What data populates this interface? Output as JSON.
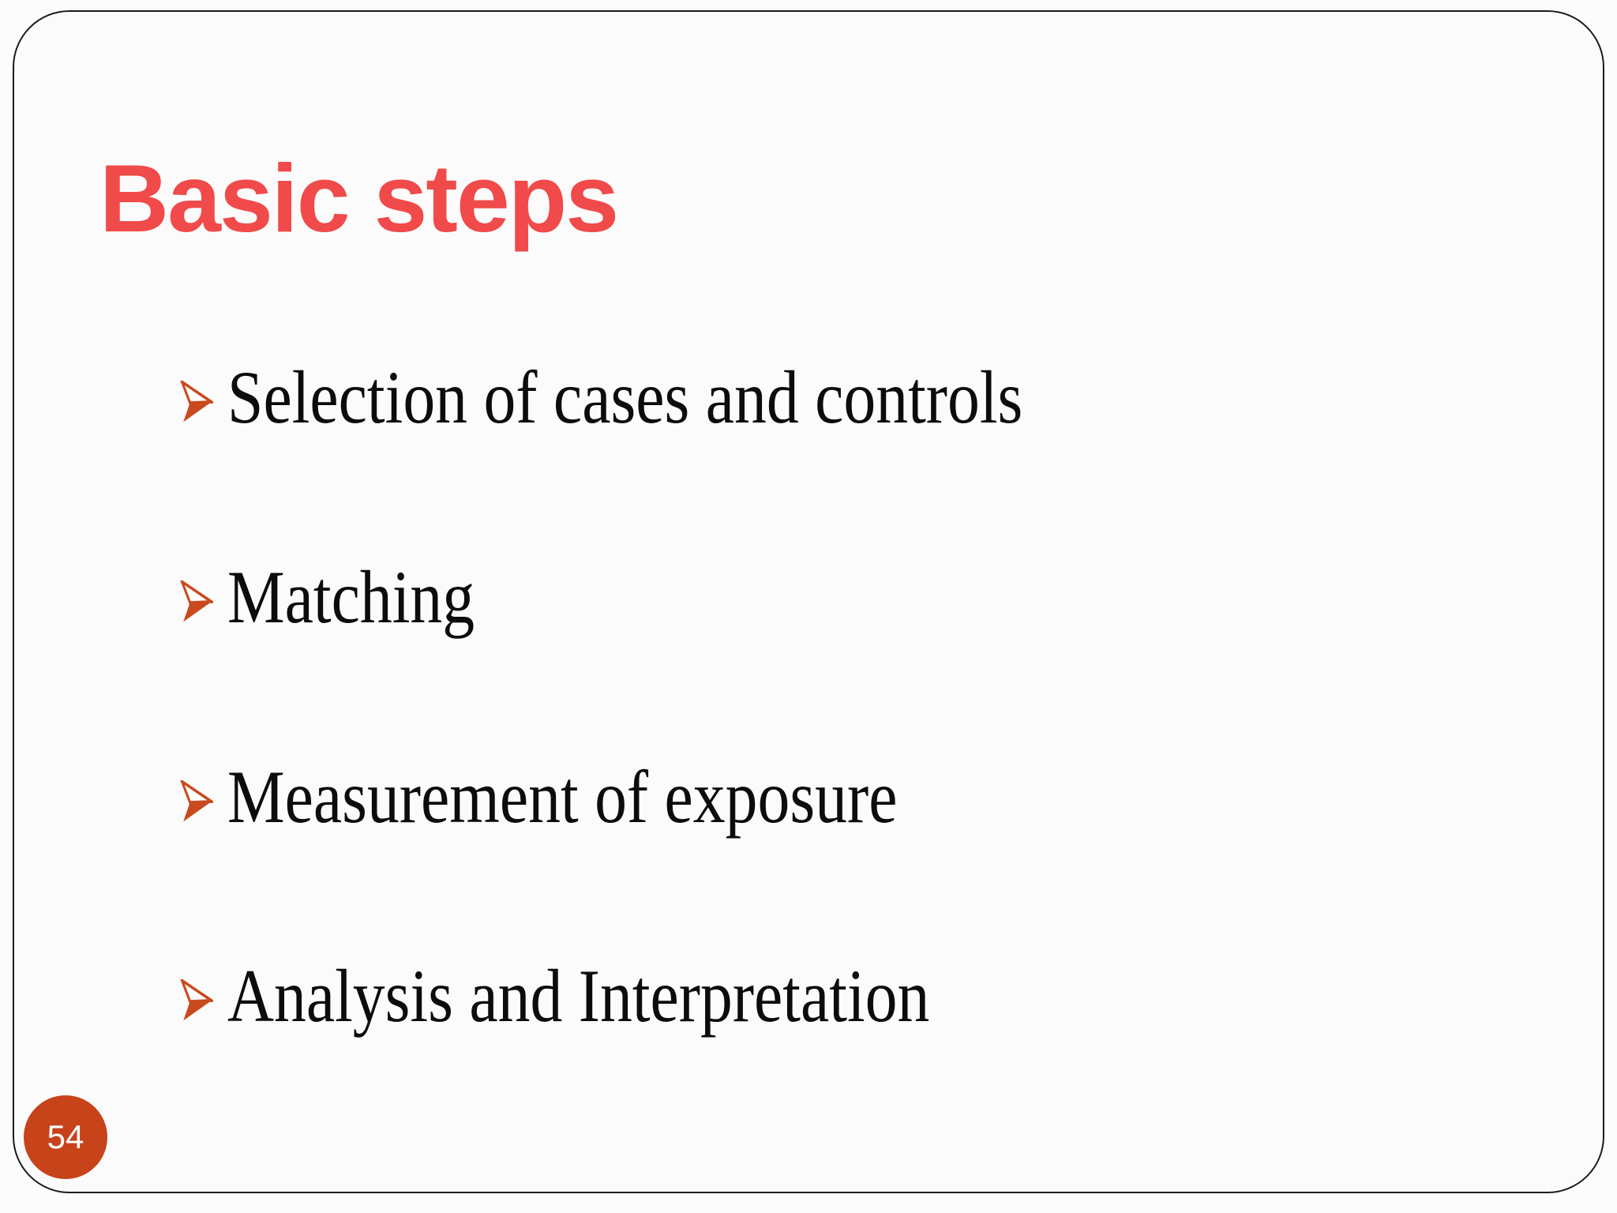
{
  "slide": {
    "title": "Basic steps",
    "bullets": [
      "Selection of cases and controls",
      "Matching",
      "Measurement of exposure",
      "Analysis and Interpretation"
    ],
    "page_number": "54",
    "bullet_marker_icon": "three-d-arrowhead-icon",
    "colors": {
      "title": "#F14A4A",
      "bullet_marker": "#C84A1E",
      "bullet_marker_fill_light": "#FFFFFF",
      "page_circle": "#C7431A",
      "text": "#0C0C0C",
      "border": "#1C1C1C"
    }
  }
}
